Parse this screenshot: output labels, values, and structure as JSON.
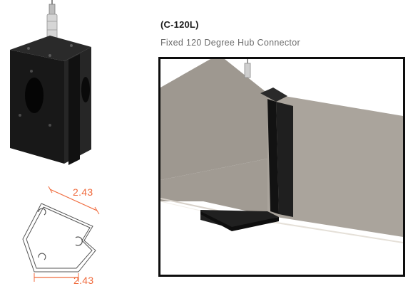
{
  "product": {
    "model_code": "(C-120L)",
    "name": "Fixed 120 Degree Hub Connector"
  },
  "dimensions": {
    "top_length": "2.43",
    "bottom_length": "2.43"
  },
  "colors": {
    "accent": "#f06a3c",
    "hardware": "#1b1b1b",
    "panel": "#a8a39c",
    "frame": "#0d0d0d"
  },
  "icons": {
    "hub_photo": "hub-connector-photo",
    "profile": "hub-profile-drawing",
    "install": "installed-hub-render"
  }
}
